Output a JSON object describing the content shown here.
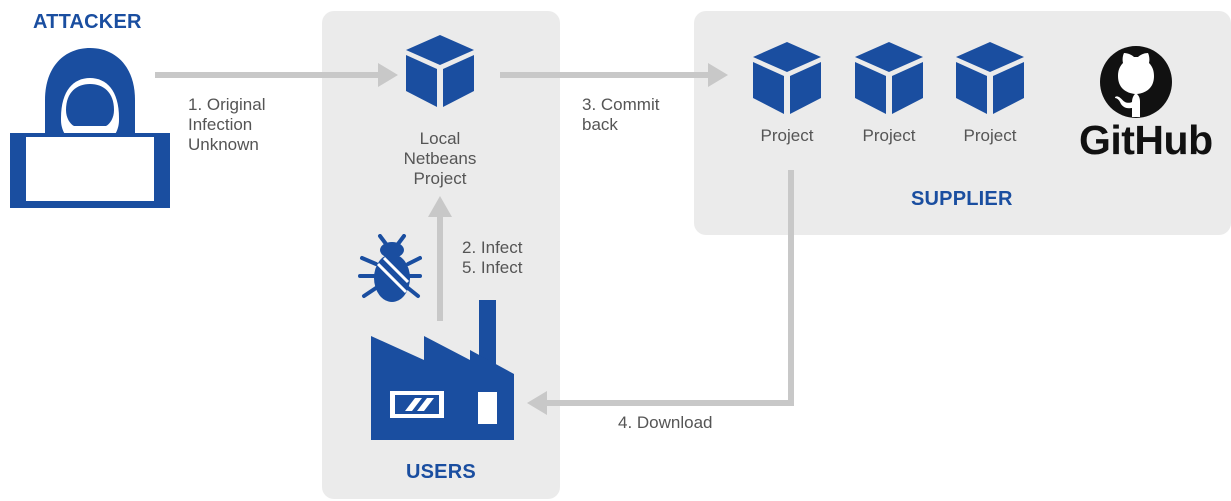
{
  "labels": {
    "attacker": "ATTACKER",
    "users": "USERS",
    "supplier": "SUPPLIER",
    "step1": "1. Original\nInfection\nUnknown",
    "local_project": "Local\nNetbeans\nProject",
    "step3": "3. Commit\nback",
    "step2_5": "2. Infect\n5. Infect",
    "step4": "4. Download",
    "project_1": "Project",
    "project_2": "Project",
    "project_3": "Project",
    "github": "GitHub"
  },
  "colors": {
    "brand_blue": "#1a4ea0",
    "panel_gray": "#ebebeb",
    "arrow_gray": "#c8c8c8",
    "label_gray": "#555555"
  },
  "icons": [
    "hacker-icon",
    "cube-icon",
    "bug-icon",
    "factory-icon",
    "github-octocat-icon"
  ]
}
